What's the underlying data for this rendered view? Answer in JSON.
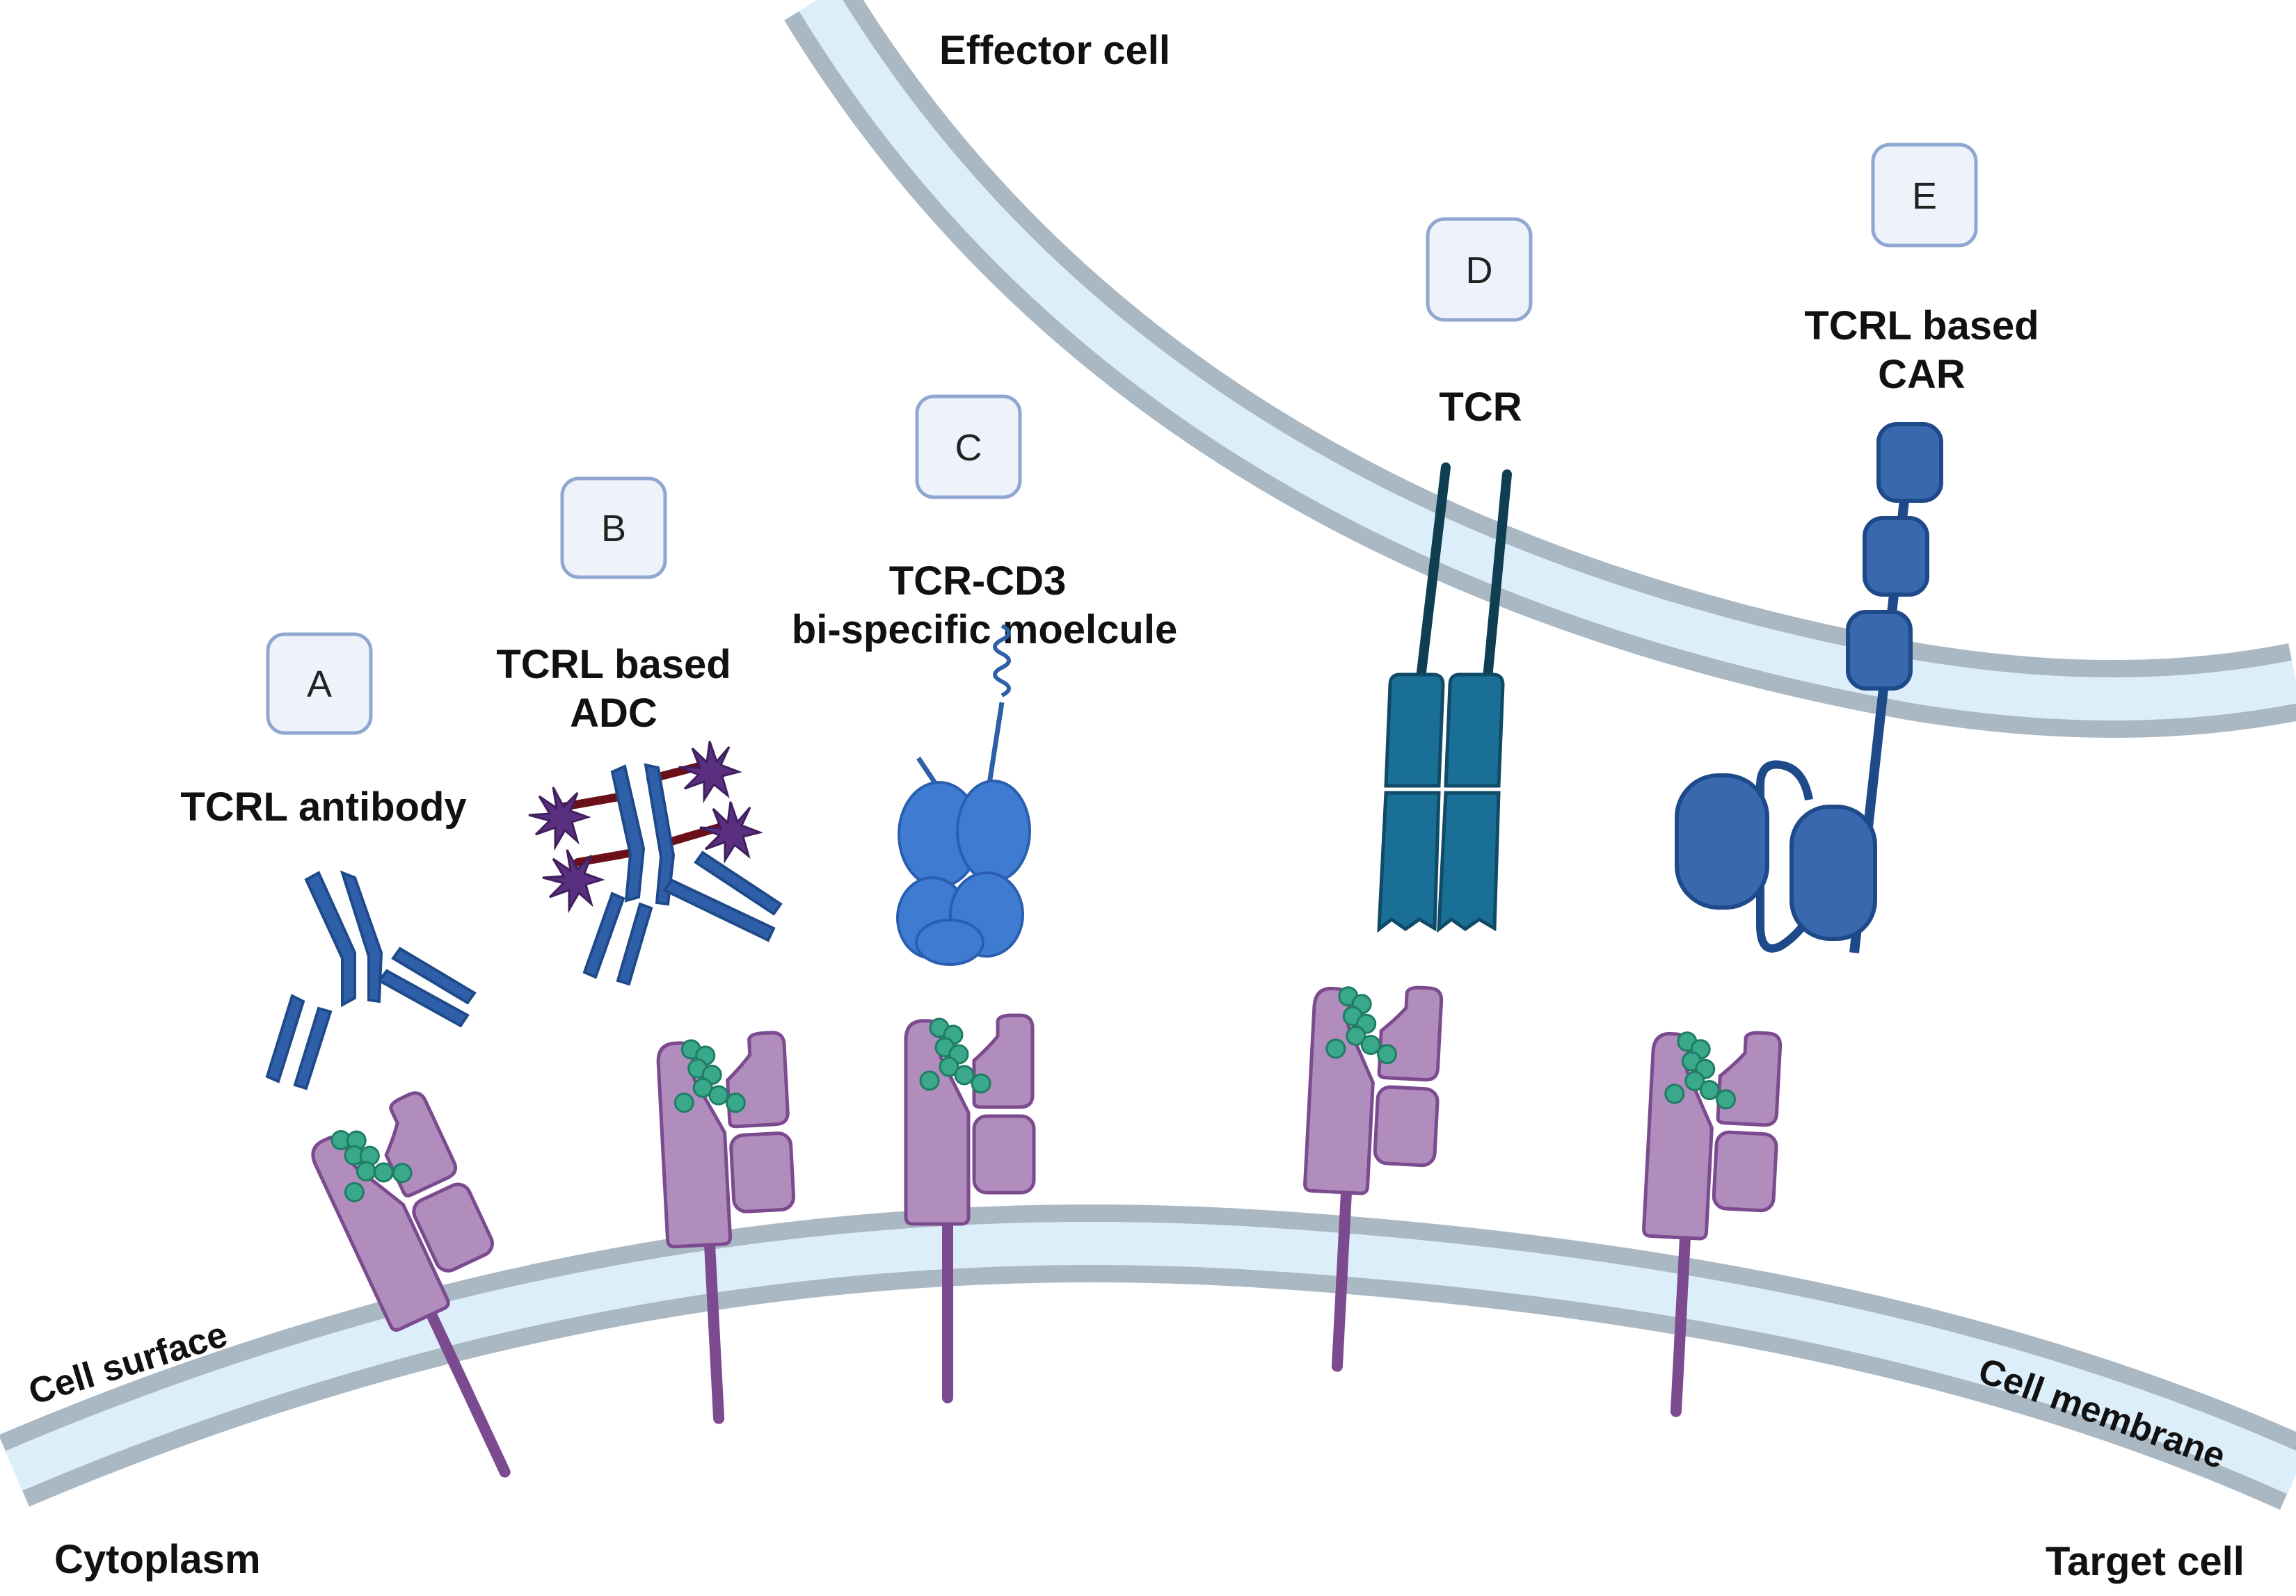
{
  "regions": {
    "effector_cell": "Effector cell",
    "cell_surface": "Cell surface",
    "cell_membrane": "Cell membrane",
    "cytoplasm": "Cytoplasm",
    "target_cell": "Target cell"
  },
  "panels": [
    {
      "letter": "A",
      "title_lines": [
        "TCRL antibody"
      ]
    },
    {
      "letter": "B",
      "title_lines": [
        "TCRL based",
        "ADC"
      ]
    },
    {
      "letter": "C",
      "title_lines": [
        "TCR-CD3",
        "bi-specific moelcule"
      ]
    },
    {
      "letter": "D",
      "title_lines": [
        "TCR"
      ]
    },
    {
      "letter": "E",
      "title_lines": [
        "TCRL based",
        "CAR"
      ]
    }
  ],
  "colors": {
    "membrane_outer": "#aab8c3",
    "membrane_inner": "#ddeefb",
    "mhc_fill": "#b08dbd",
    "mhc_stroke": "#7b4a8f",
    "peptide": "#3aa88a",
    "antibody": "#2f5fa8",
    "payload": "#5a2f80",
    "linker": "#6b1018",
    "bispecific": "#3f7bd0",
    "tcr": "#1a6f97",
    "car": "#3a68ae",
    "label_box_fill": "#eef3fb",
    "label_box_stroke": "#8fa7d1"
  }
}
